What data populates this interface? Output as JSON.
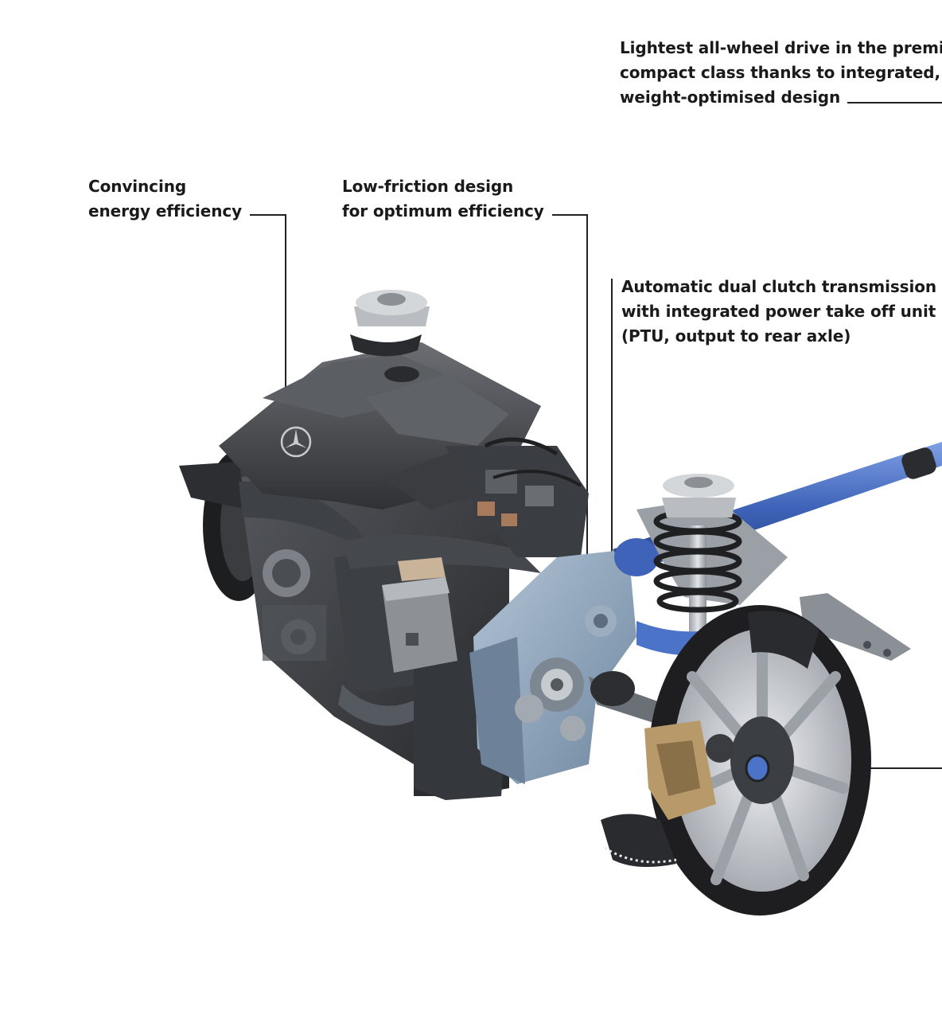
{
  "callouts": {
    "lightest": {
      "line1": "Lightest all-wheel drive in the premiu",
      "line2": "compact class thanks to integrated,",
      "line3": "weight-optimised design"
    },
    "convincing": {
      "line1": "Convincing",
      "line2": "energy efficiency"
    },
    "low_friction": {
      "line1": "Low-friction design",
      "line2": "for optimum efficiency"
    },
    "automatic": {
      "line1": "Automatic dual clutch transmission",
      "line2": "with integrated power take off unit",
      "line3": "(PTU, output to rear axle)"
    }
  },
  "colors": {
    "text": "#1a1a1a",
    "leader_line": "#222222",
    "engine_cover": "#4a4c50",
    "transmission": "#8fa6bd",
    "driveshaft": "#3f63b8",
    "caliper": "#b89a6a",
    "tire": "#1e1e20",
    "rim": "#c9ccd1"
  }
}
